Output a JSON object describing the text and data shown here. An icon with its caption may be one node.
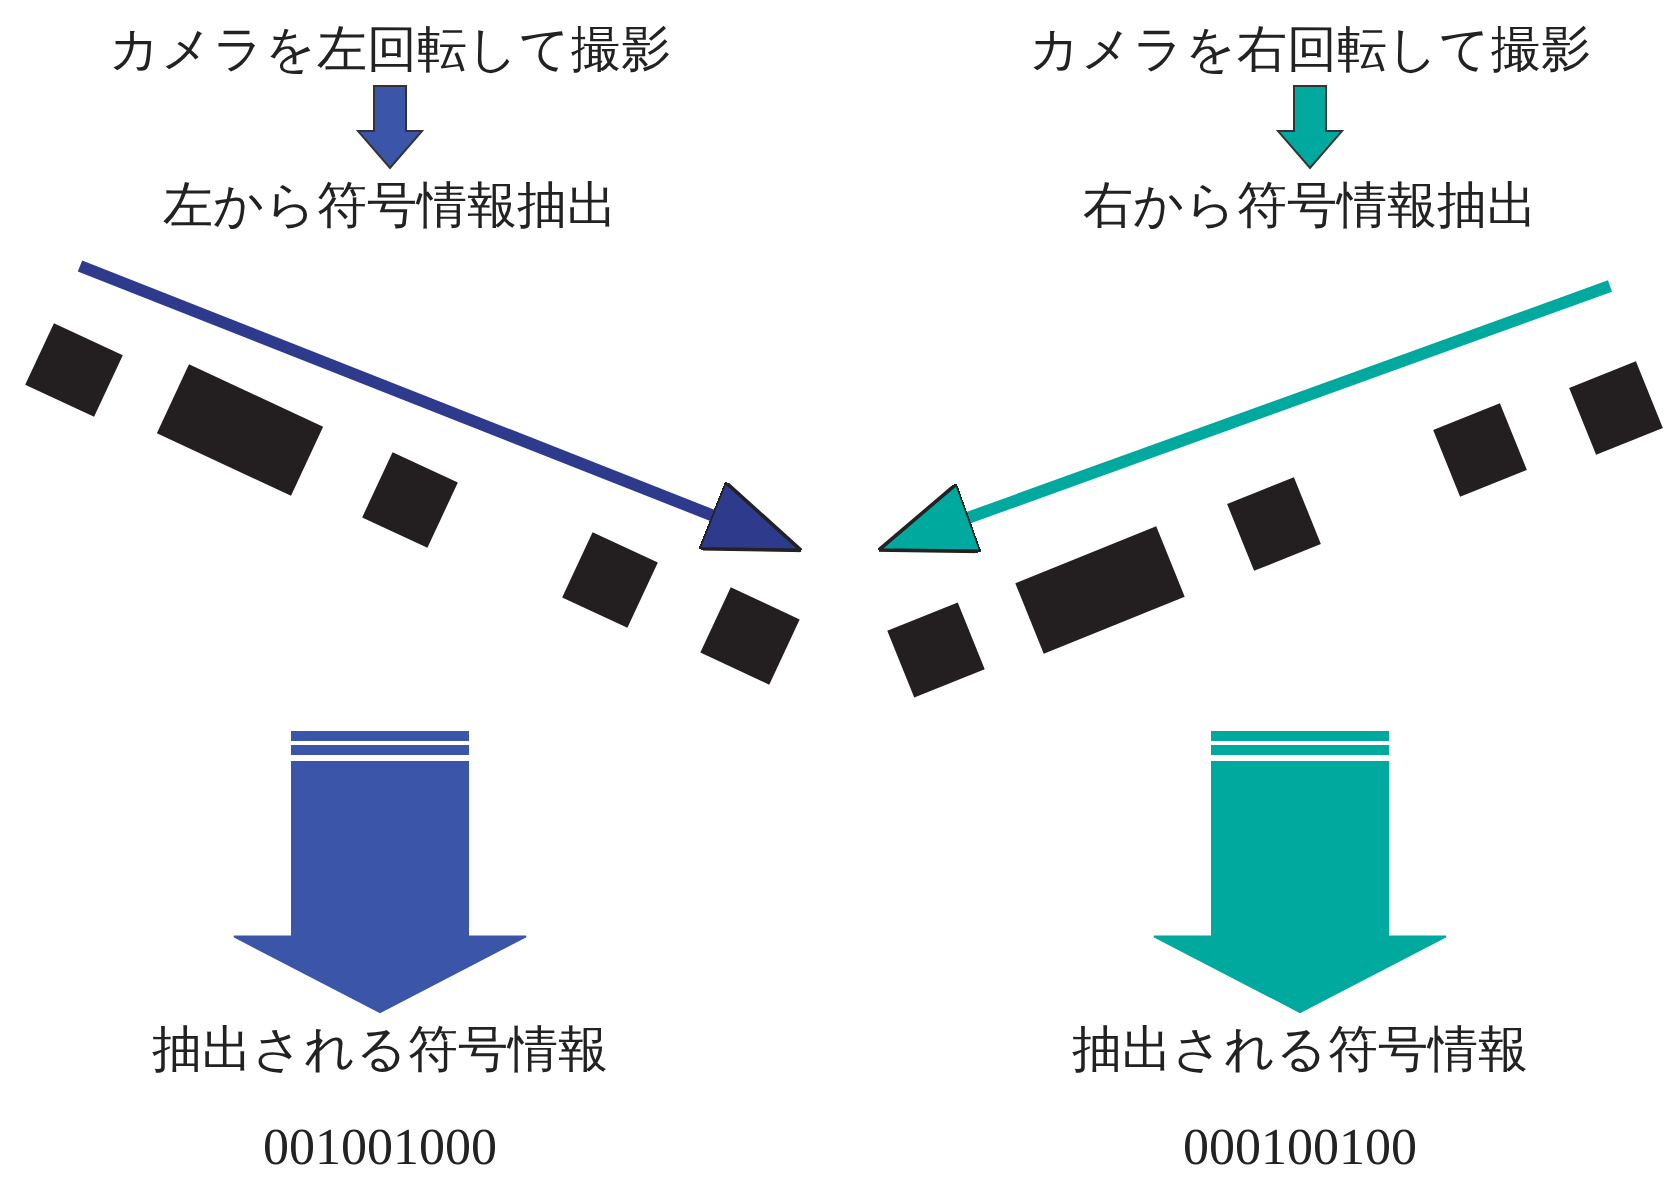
{
  "diagram": {
    "nodes": [
      {
        "text": [
          "カメラを左回転して撮影"
        ]
      },
      {
        "text": [
          "左から符号情報抽出"
        ]
      },
      {
        "text": [
          "カメラを右回転して撮影"
        ]
      },
      {
        "text": [
          "右から符号情報抽出"
        ]
      },
      {
        "text": [
          "抽出される符号情報",
          "001001000"
        ]
      },
      {
        "text": [
          "抽出される符号情報",
          "000100100"
        ]
      }
    ],
    "edges": [
      {
        "from": 0,
        "to": 1,
        "arrow": "to",
        "style": "thick",
        "color": "#3b56a8"
      },
      {
        "from": 2,
        "to": 3,
        "arrow": "to",
        "style": "thick",
        "color": "#00a99d"
      },
      {
        "from": null,
        "to": 4,
        "arrow": "to",
        "style": "thick",
        "color": "#3b56a8"
      },
      {
        "from": null,
        "to": 5,
        "arrow": "to",
        "style": "thick",
        "color": "#00a99d"
      }
    ]
  }
}
